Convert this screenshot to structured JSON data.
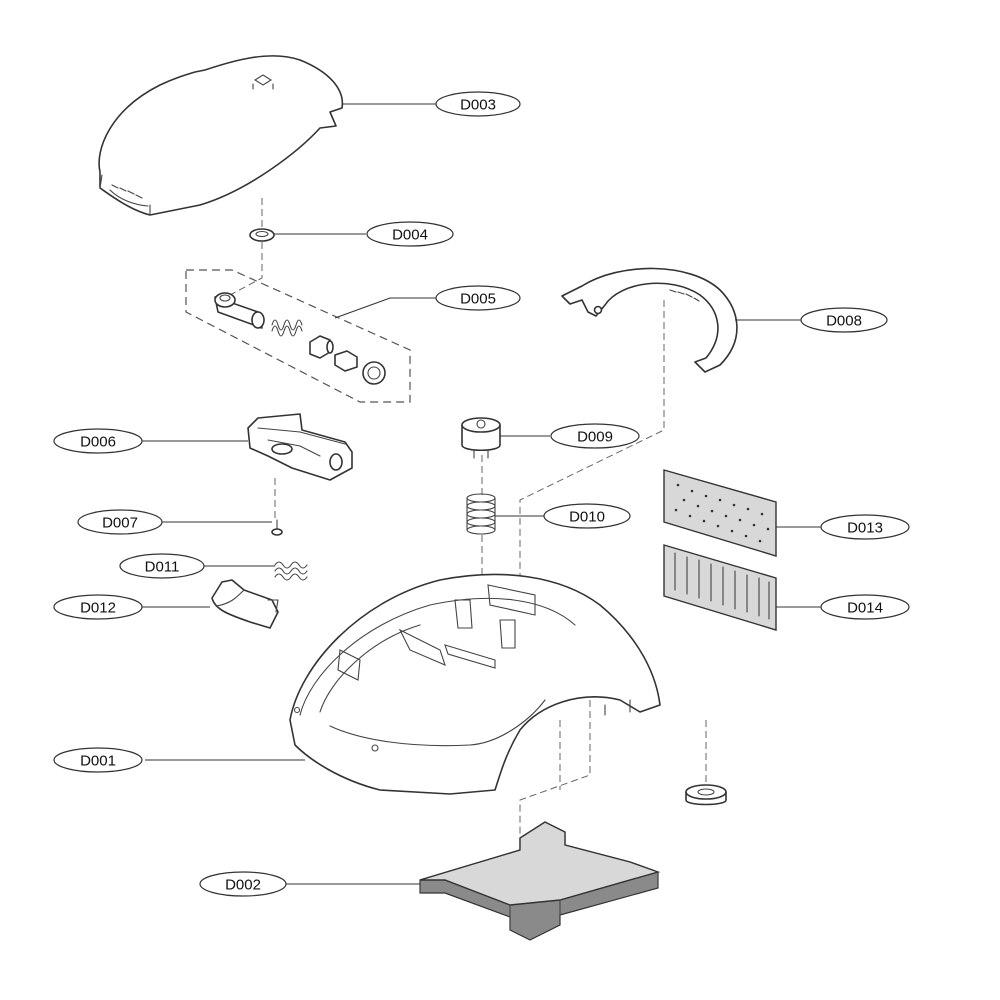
{
  "diagram": {
    "callouts": [
      {
        "id": "D003",
        "label": "D003"
      },
      {
        "id": "D004",
        "label": "D004"
      },
      {
        "id": "D005",
        "label": "D005"
      },
      {
        "id": "D008",
        "label": "D008"
      },
      {
        "id": "D006",
        "label": "D006"
      },
      {
        "id": "D009",
        "label": "D009"
      },
      {
        "id": "D007",
        "label": "D007"
      },
      {
        "id": "D010",
        "label": "D010"
      },
      {
        "id": "D013",
        "label": "D013"
      },
      {
        "id": "D011",
        "label": "D011"
      },
      {
        "id": "D012",
        "label": "D012"
      },
      {
        "id": "D014",
        "label": "D014"
      },
      {
        "id": "D001",
        "label": "D001"
      },
      {
        "id": "D002",
        "label": "D002"
      }
    ]
  }
}
